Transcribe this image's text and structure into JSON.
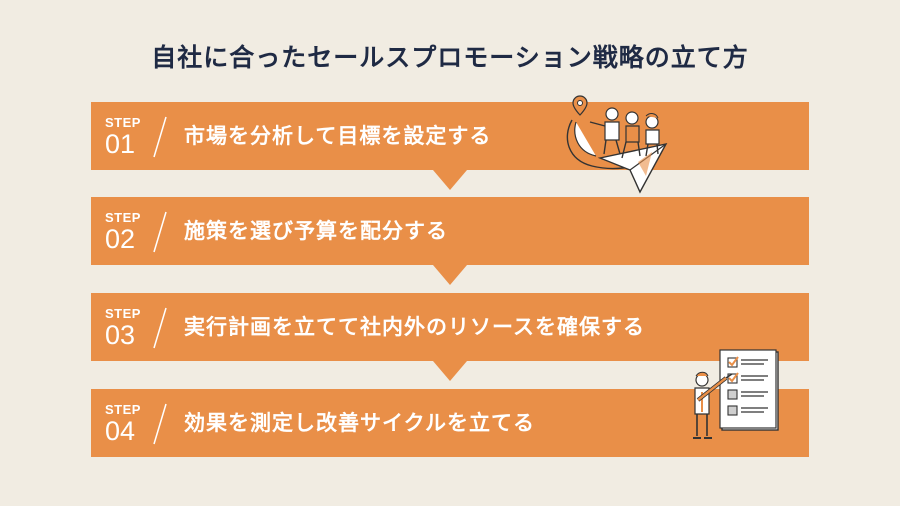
{
  "title": "自社に合ったセールスプロモーション戦略の立て方",
  "colors": {
    "background": "#f1ece2",
    "step_bar": "#e98f48",
    "title": "#1f2a44",
    "text": "#ffffff"
  },
  "steps": [
    {
      "label": "STEP",
      "number": "01",
      "text": "市場を分析して目標を設定する"
    },
    {
      "label": "STEP",
      "number": "02",
      "text": "施策を選び予算を配分する"
    },
    {
      "label": "STEP",
      "number": "03",
      "text": "実行計画を立てて社内外のリソースを確保する"
    },
    {
      "label": "STEP",
      "number": "04",
      "text": "効果を測定し改善サイクルを立てる"
    }
  ],
  "illustrations": [
    "people-riding-arrow-illustration",
    "checklist-illustration"
  ]
}
